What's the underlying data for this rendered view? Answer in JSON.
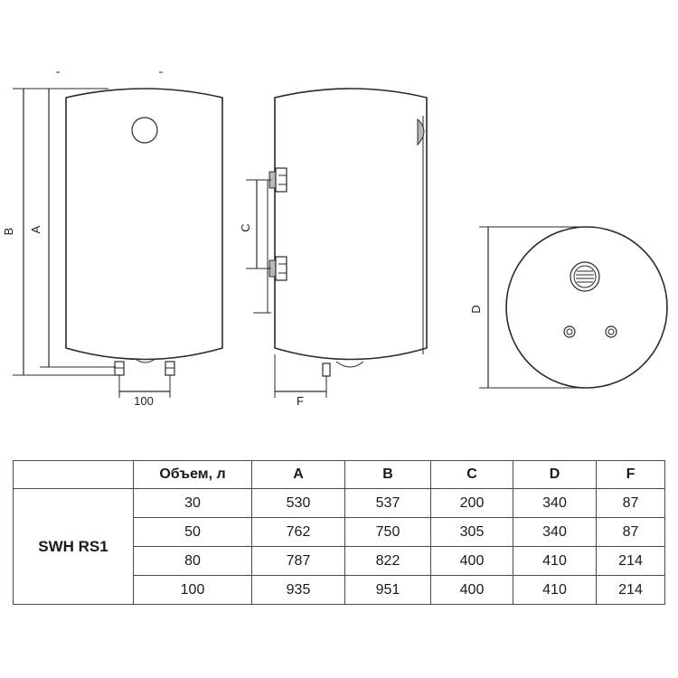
{
  "drawing": {
    "labels": {
      "dim_b": "B",
      "dim_a": "A",
      "dim_100": "100",
      "dim_c": "C",
      "dim_f": "F",
      "dim_d": "D"
    }
  },
  "table": {
    "header": [
      "",
      "Объем, л",
      "A",
      "B",
      "C",
      "D",
      "F"
    ],
    "model": "SWH RS1",
    "rows": [
      [
        "30",
        "530",
        "537",
        "200",
        "340",
        "87"
      ],
      [
        "50",
        "762",
        "750",
        "305",
        "340",
        "87"
      ],
      [
        "80",
        "787",
        "822",
        "400",
        "410",
        "214"
      ],
      [
        "100",
        "935",
        "951",
        "400",
        "410",
        "214"
      ]
    ]
  }
}
